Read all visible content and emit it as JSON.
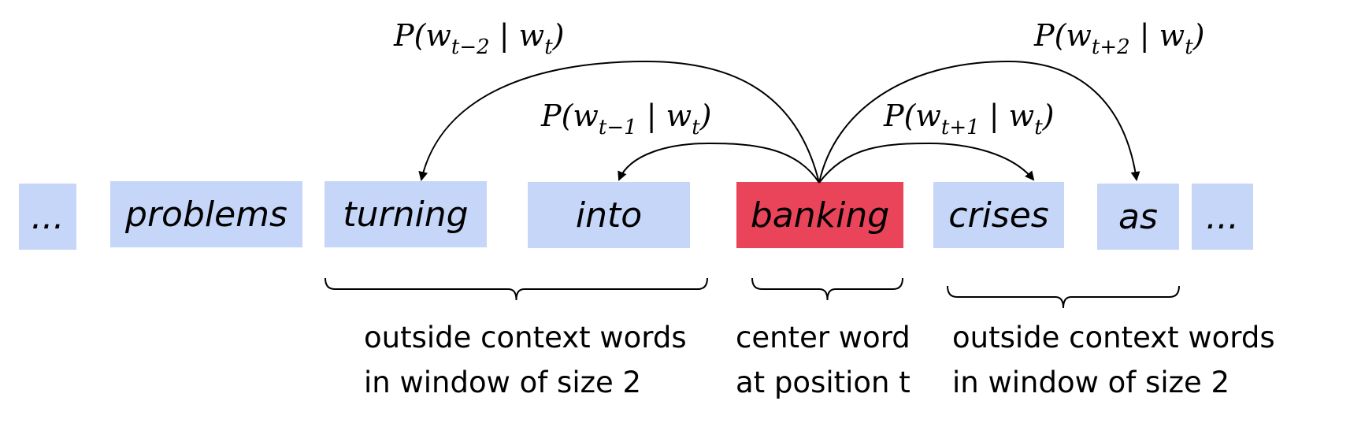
{
  "colors": {
    "context": "#c5d6f8",
    "center": "#e9445a",
    "line": "#000000"
  },
  "words": [
    {
      "text": "...",
      "role": "context"
    },
    {
      "text": "problems",
      "role": "context"
    },
    {
      "text": "turning",
      "role": "context"
    },
    {
      "text": "into",
      "role": "context"
    },
    {
      "text": "banking",
      "role": "center"
    },
    {
      "text": "crises",
      "role": "context"
    },
    {
      "text": "as",
      "role": "context"
    },
    {
      "text": "...",
      "role": "context"
    }
  ],
  "probabilities": [
    {
      "base": "P(w",
      "sub": "t−2",
      "tail": " | w",
      "tsub": "t",
      "close": ")",
      "target_index": 2
    },
    {
      "base": "P(w",
      "sub": "t−1",
      "tail": " | w",
      "tsub": "t",
      "close": ")",
      "target_index": 3
    },
    {
      "base": "P(w",
      "sub": "t+1",
      "tail": " | w",
      "tsub": "t",
      "close": ")",
      "target_index": 5
    },
    {
      "base": "P(w",
      "sub": "t+2",
      "tail": " | w",
      "tsub": "t",
      "close": ")",
      "target_index": 6
    }
  ],
  "groups": [
    {
      "lines": [
        "outside context words",
        "in window of size 2"
      ]
    },
    {
      "lines": [
        "center word",
        "at position t"
      ]
    },
    {
      "lines": [
        "outside context words",
        "in window of size 2"
      ]
    }
  ]
}
